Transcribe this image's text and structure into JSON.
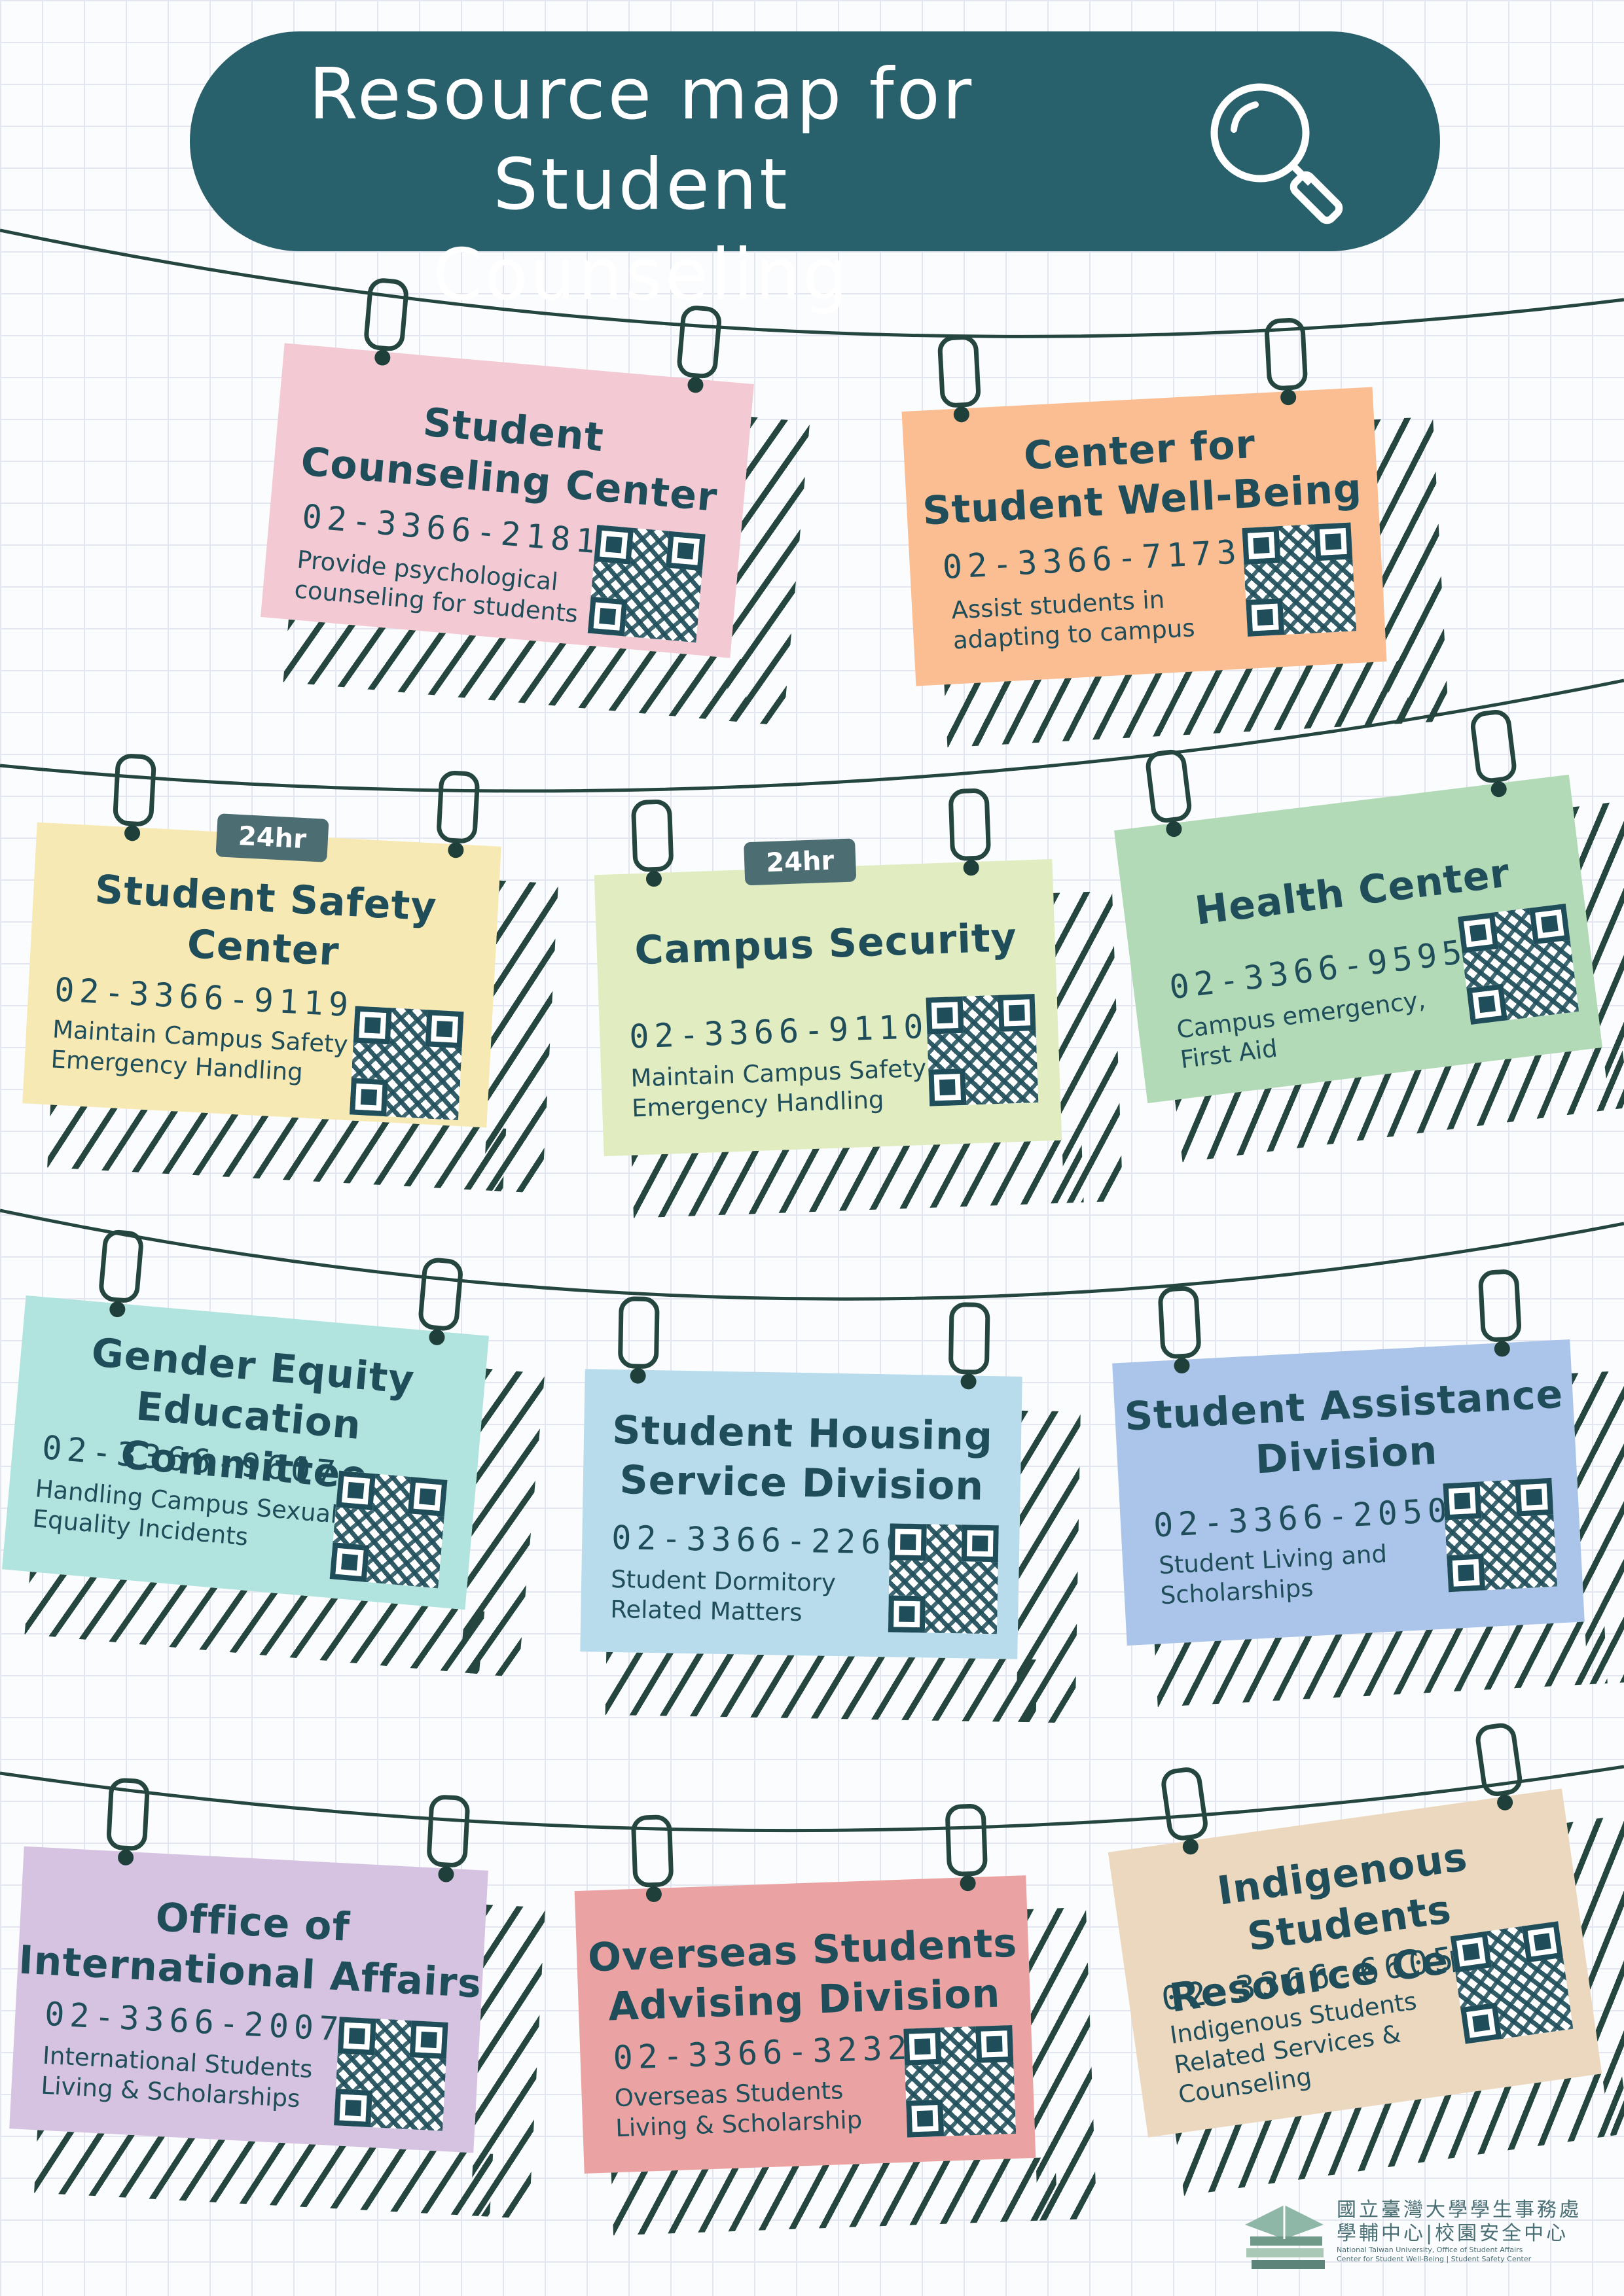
{
  "header": {
    "title_line1": "Resource map for",
    "title_line2": "Student Counseling",
    "icon": "magnifier-icon",
    "bg_color": "#28606b"
  },
  "cards": [
    {
      "title": [
        "Student",
        "Counseling Center"
      ],
      "phone": "02-3366-2181",
      "description": [
        "Provide psychological",
        "counseling for students"
      ],
      "color": "#f3cad3"
    },
    {
      "title": [
        "Center for",
        "Student Well-Being"
      ],
      "phone": "02-3366-7173",
      "description": [
        "Assist students in",
        "adapting to campus"
      ],
      "color": "#fbbd92"
    },
    {
      "badge": "24hr",
      "title": [
        "Student Safety",
        "Center"
      ],
      "phone": "02-3366-9119",
      "description": [
        "Maintain Campus Safety",
        "Emergency Handling"
      ],
      "color": "#f6e9b4"
    },
    {
      "badge": "24hr",
      "title": [
        "Campus Security"
      ],
      "phone": "02-3366-9110",
      "description": [
        "Maintain Campus Safety",
        "Emergency Handling"
      ],
      "color": "#e1ecc1"
    },
    {
      "title": [
        "Health Center"
      ],
      "phone": "02-3366-9595",
      "description": [
        "Campus emergency,",
        "First Aid"
      ],
      "color": "#b2dab7"
    },
    {
      "title": [
        "Gender Equity",
        "Education Committee"
      ],
      "phone": "02-3366-9607",
      "description": [
        "Handling Campus Sexual",
        "Equality Incidents"
      ],
      "color": "#b1e4df"
    },
    {
      "title": [
        "Student Housing",
        "Service Division"
      ],
      "phone": "02-3366-2266",
      "description": [
        "Student Dormitory",
        "Related Matters"
      ],
      "color": "#b8dcec"
    },
    {
      "title": [
        "Student Assistance",
        "Division"
      ],
      "phone": "02-3366-2050",
      "description": [
        "Student Living and",
        "Scholarships"
      ],
      "color": "#abc4ea"
    },
    {
      "title": [
        "Office of",
        "International Affairs"
      ],
      "phone": "02-3366-2007",
      "description": [
        "International Students",
        "Living & Scholarships"
      ],
      "color": "#d6c3e2"
    },
    {
      "title": [
        "Overseas Students",
        "Advising Division"
      ],
      "phone": "02-3366-3232",
      "description": [
        "Overseas Students",
        "Living & Scholarship"
      ],
      "color": "#eaa3a2"
    },
    {
      "title": [
        "Indigenous Students",
        "Resource Center"
      ],
      "phone": "02-3366-6605",
      "description": [
        "Indigenous Students",
        "Related Services &",
        "Counseling"
      ],
      "color": "#ecd8bf"
    }
  ],
  "footer": {
    "org_line1": "國立臺灣大學學生事務處",
    "org_line2": "學輔中心|校園安全中心",
    "org_line3": "National Taiwan University, Office of Student Affairs",
    "org_line4": "Center for Student Well-Being | Student Safety Center"
  }
}
